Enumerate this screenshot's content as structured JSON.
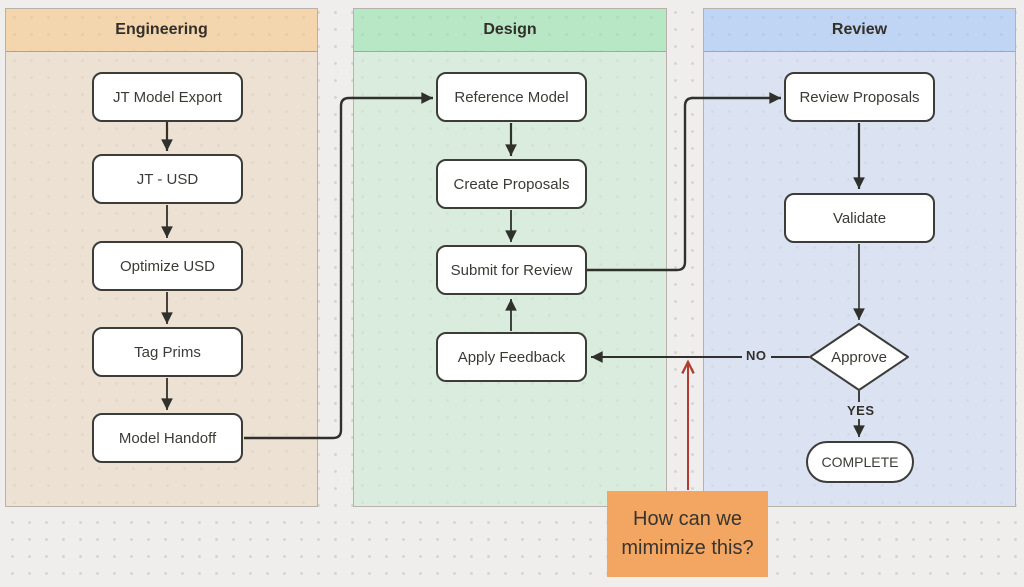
{
  "lanes": [
    {
      "title": "Engineering",
      "header_color": "#f3d6ae",
      "body_color": "#ede1d3",
      "nodes": [
        {
          "label": "JT Model Export"
        },
        {
          "label": "JT - USD"
        },
        {
          "label": "Optimize USD"
        },
        {
          "label": "Tag Prims"
        },
        {
          "label": "Model Handoff"
        }
      ]
    },
    {
      "title": "Design",
      "header_color": "#b8e7c5",
      "body_color": "#d9ecdd",
      "nodes": [
        {
          "label": "Reference Model"
        },
        {
          "label": "Create Proposals"
        },
        {
          "label": "Submit for Review"
        },
        {
          "label": "Apply Feedback"
        }
      ]
    },
    {
      "title": "Review",
      "header_color": "#c0d4f3",
      "body_color": "#dbe2f2",
      "nodes": [
        {
          "label": "Review Proposals"
        },
        {
          "label": "Validate"
        },
        {
          "label": "Approve",
          "shape": "diamond"
        },
        {
          "label": "COMPLETE",
          "shape": "stadium"
        }
      ]
    }
  ],
  "edge_labels": {
    "no": "NO",
    "yes": "YES"
  },
  "sticky_note": {
    "text": "How can we mimimize this?",
    "color": "#f2a662"
  },
  "colors": {
    "connector": "#30302c",
    "annotation_arrow": "#b23b32",
    "node_fill": "#ffffff",
    "node_border": "#3c3c38",
    "background": "#efeeec"
  }
}
